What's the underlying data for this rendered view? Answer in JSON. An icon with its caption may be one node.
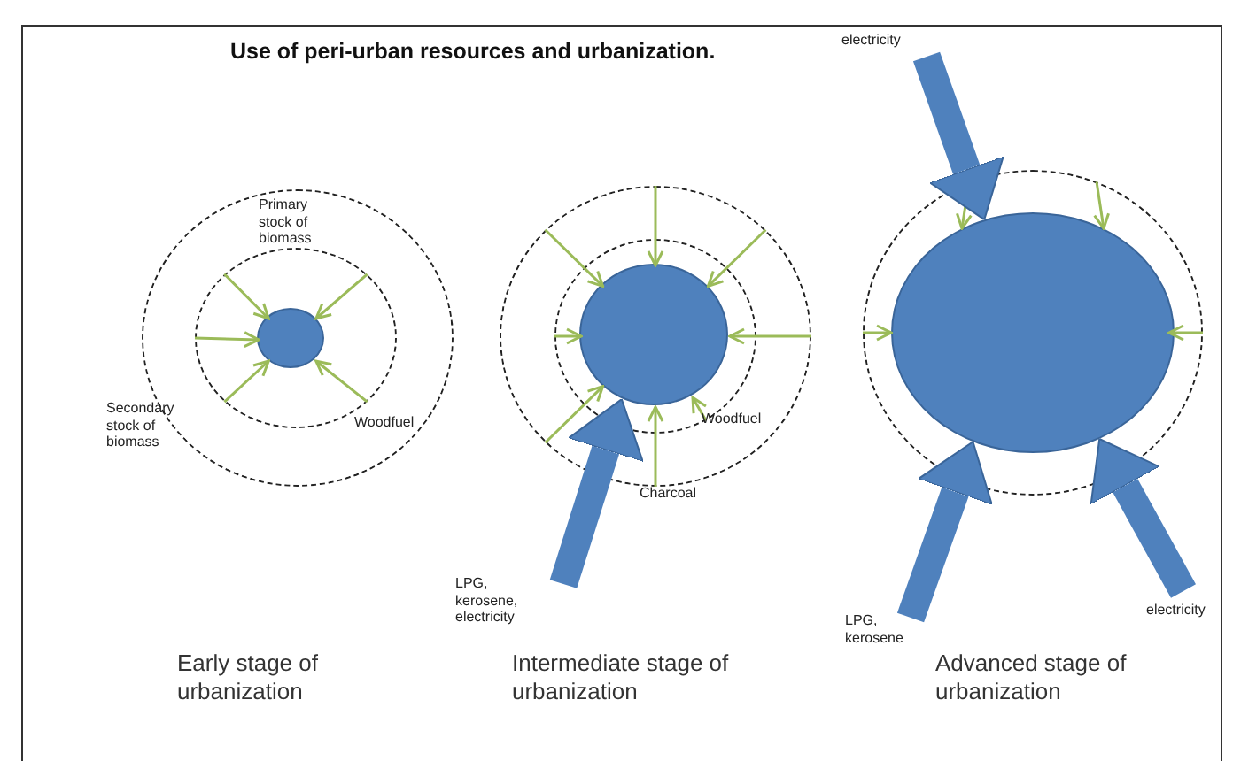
{
  "diagram": {
    "title": "Use of peri-urban resources and urbanization.",
    "nodes": [
      {
        "text": [],
        "shape": "circle"
      },
      {
        "text": [],
        "shape": "circle",
        "in": 0
      },
      {
        "text": [],
        "shape": "circle",
        "in": 1
      },
      {
        "text": [],
        "shape": "circle"
      },
      {
        "text": [],
        "shape": "circle",
        "in": 3
      },
      {
        "text": [],
        "shape": "circle",
        "in": 4
      },
      {
        "text": [
          "LPG, kerosene, electricity"
        ]
      },
      {
        "text": [],
        "shape": "circle"
      },
      {
        "text": [],
        "shape": "circle",
        "in": 7
      },
      {
        "text": [
          "electricity"
        ]
      },
      {
        "text": [
          "LPG, kerosene"
        ]
      },
      {
        "text": [
          "electricity"
        ]
      }
    ],
    "edges": [
      {
        "from": 1,
        "to": 2,
        "arrow": "to"
      },
      {
        "from": 1,
        "to": 2,
        "arrow": "to"
      },
      {
        "from": 1,
        "to": 2,
        "arrow": "to"
      },
      {
        "from": 1,
        "to": 2,
        "arrow": "to"
      },
      {
        "from": 1,
        "to": 2,
        "arrow": "to"
      },
      {
        "from": 3,
        "to": 5,
        "arrow": "to"
      },
      {
        "from": 3,
        "to": 5,
        "arrow": "to"
      },
      {
        "from": 3,
        "to": 5,
        "arrow": "to"
      },
      {
        "from": 4,
        "to": 5,
        "arrow": "to"
      },
      {
        "from": 3,
        "to": 5,
        "arrow": "to"
      },
      {
        "from": 3,
        "to": 5,
        "arrow": "to"
      },
      {
        "from": 3,
        "to": 5,
        "arrow": "to"
      },
      {
        "from": 4,
        "to": 5,
        "arrow": "to"
      },
      {
        "from": 6,
        "to": 5,
        "arrow": "to",
        "style": "thick",
        "color": "#4f81bd"
      },
      {
        "from": 7,
        "to": 8,
        "arrow": "to"
      },
      {
        "from": 7,
        "to": 8,
        "arrow": "to"
      },
      {
        "from": 7,
        "to": 8,
        "arrow": "to"
      },
      {
        "from": 7,
        "to": 8,
        "arrow": "to"
      },
      {
        "from": 9,
        "to": 8,
        "arrow": "to",
        "style": "thick",
        "color": "#4f81bd"
      },
      {
        "from": 10,
        "to": 8,
        "arrow": "to",
        "style": "thick",
        "color": "#4f81bd"
      },
      {
        "from": 11,
        "to": 8,
        "arrow": "to",
        "style": "thick",
        "color": "#4f81bd"
      }
    ],
    "labels": [
      "Primary stock of biomass",
      "Secondary stock of biomass",
      "Woodfuel",
      "Woodfuel",
      "Charcoal",
      "Early stage of urbanization",
      "Intermediate stage of urbanization",
      "Advanced stage of urbanization"
    ]
  }
}
